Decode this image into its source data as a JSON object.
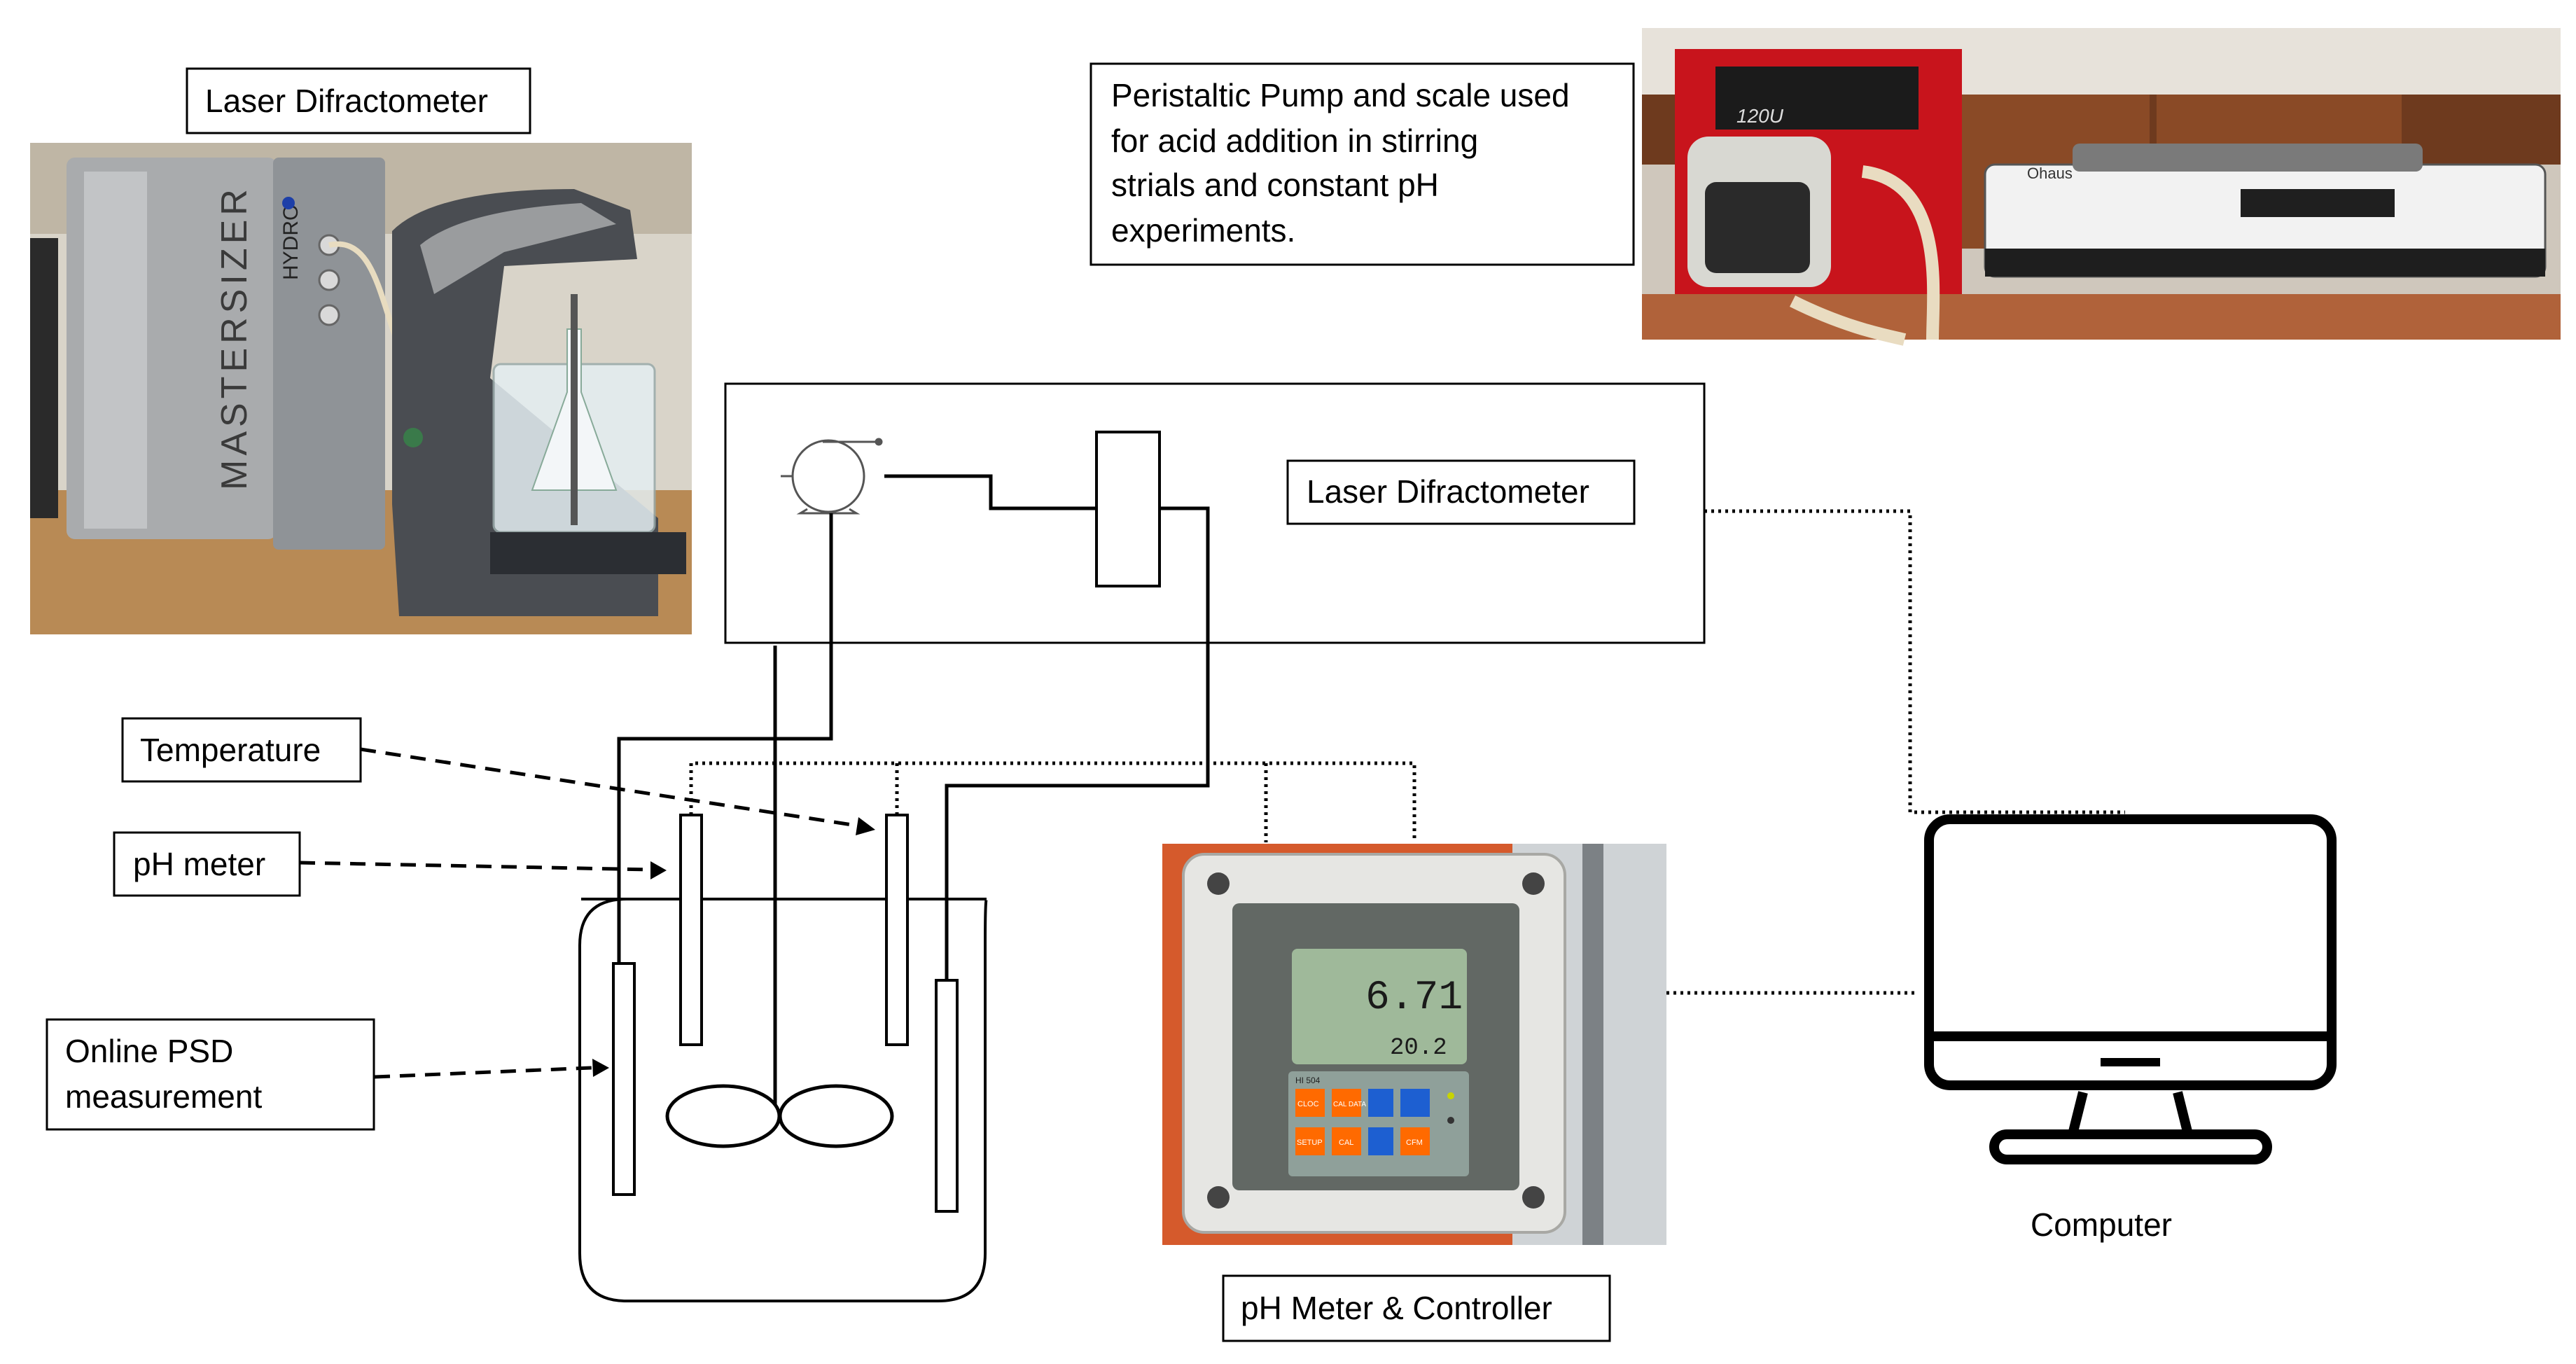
{
  "labels": {
    "laser_photo_label": "Laser Difractometer",
    "pump_description": [
      "Peristaltic Pump and scale used",
      "for acid addition in stirring",
      "strials and constant pH",
      "experiments."
    ],
    "system_laser_label": "Laser Difractometer",
    "temperature": "Temperature",
    "ph_meter": "pH meter",
    "online_psd": [
      "Online PSD",
      "measurement"
    ],
    "ph_controller": "pH Meter & Controller",
    "computer": "Computer"
  },
  "photo_text": {
    "mastersizer": "MASTERSIZER",
    "hydro": "HYDRO",
    "pump_display": "120U",
    "scale_brand": "Ohaus",
    "ph_reading": "6.71",
    "temp_reading": "20.2",
    "meter_model": "HI 504",
    "meter_buttons": [
      "CLOC",
      "CAL DATA",
      "SETUP",
      "CAL",
      "CFM"
    ]
  },
  "colors": {
    "line": "#000000",
    "pump_body_red": "#c8141c",
    "meter_orange": "#ff6a00",
    "meter_blue": "#1d5fd1",
    "lcd_green": "#9fb99a",
    "wood": "#a0522d"
  }
}
